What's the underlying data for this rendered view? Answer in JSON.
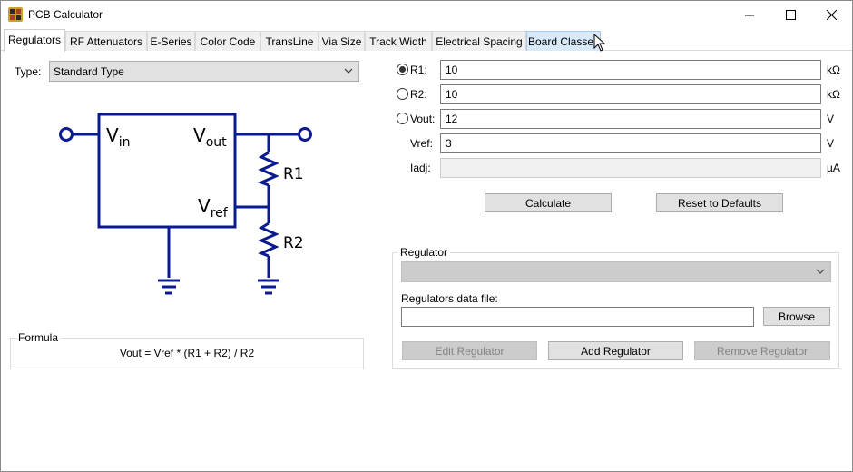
{
  "window": {
    "title": "PCB Calculator"
  },
  "tabs": [
    {
      "label": "Regulators"
    },
    {
      "label": "RF Attenuators"
    },
    {
      "label": "E-Series"
    },
    {
      "label": "Color Code"
    },
    {
      "label": "TransLine"
    },
    {
      "label": "Via Size"
    },
    {
      "label": "Track Width"
    },
    {
      "label": "Electrical Spacing"
    },
    {
      "label": "Board Classes"
    }
  ],
  "regulator_type": {
    "label": "Type:",
    "value": "Standard Type"
  },
  "schematic": {
    "vin": "V",
    "vin_sub": "in",
    "vout": "V",
    "vout_sub": "out",
    "vref": "V",
    "vref_sub": "ref",
    "r1": "R1",
    "r2": "R2"
  },
  "formula": {
    "title": "Formula",
    "text": "Vout = Vref * (R1 + R2) / R2"
  },
  "params": {
    "r1": {
      "label": "R1:",
      "value": "10",
      "unit": "kΩ",
      "selected": true
    },
    "r2": {
      "label": "R2:",
      "value": "10",
      "unit": "kΩ",
      "selected": false
    },
    "vout": {
      "label": "Vout:",
      "value": "12",
      "unit": "V",
      "selected": false
    },
    "vref": {
      "label": "Vref:",
      "value": "3",
      "unit": "V"
    },
    "iadj": {
      "label": "Iadj:",
      "value": "",
      "unit": "µA"
    }
  },
  "buttons": {
    "calculate": "Calculate",
    "reset": "Reset to Defaults"
  },
  "regulator_group": {
    "title": "Regulator",
    "selected": "",
    "data_file_label": "Regulators data file:",
    "data_file_value": "",
    "browse": "Browse",
    "edit": "Edit Regulator",
    "add": "Add Regulator",
    "remove": "Remove Regulator"
  },
  "colors": {
    "schematic": "#0b1a8f",
    "tab_hover": "#d8eaf9",
    "disabled_btn": "#cccccc"
  }
}
